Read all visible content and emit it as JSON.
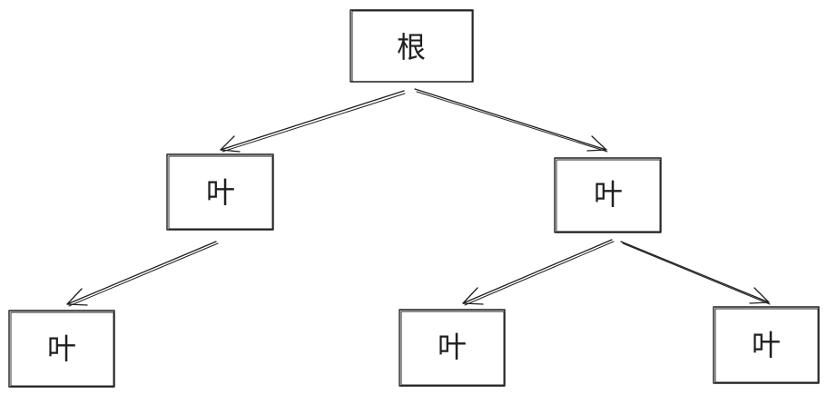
{
  "nodes": {
    "root": {
      "label": "根"
    },
    "leaf_left": {
      "label": "叶"
    },
    "leaf_right": {
      "label": "叶"
    },
    "leaf_left_child": {
      "label": "叶"
    },
    "leaf_right_child_a": {
      "label": "叶"
    },
    "leaf_right_child_b": {
      "label": "叶"
    }
  },
  "edges": [
    {
      "from": "root",
      "to": "leaf_left"
    },
    {
      "from": "root",
      "to": "leaf_right"
    },
    {
      "from": "leaf_left",
      "to": "leaf_left_child"
    },
    {
      "from": "leaf_right",
      "to": "leaf_right_child_a"
    },
    {
      "from": "leaf_right",
      "to": "leaf_right_child_b"
    }
  ],
  "colors": {
    "stroke": "#1e1e1e",
    "background": "#ffffff"
  }
}
